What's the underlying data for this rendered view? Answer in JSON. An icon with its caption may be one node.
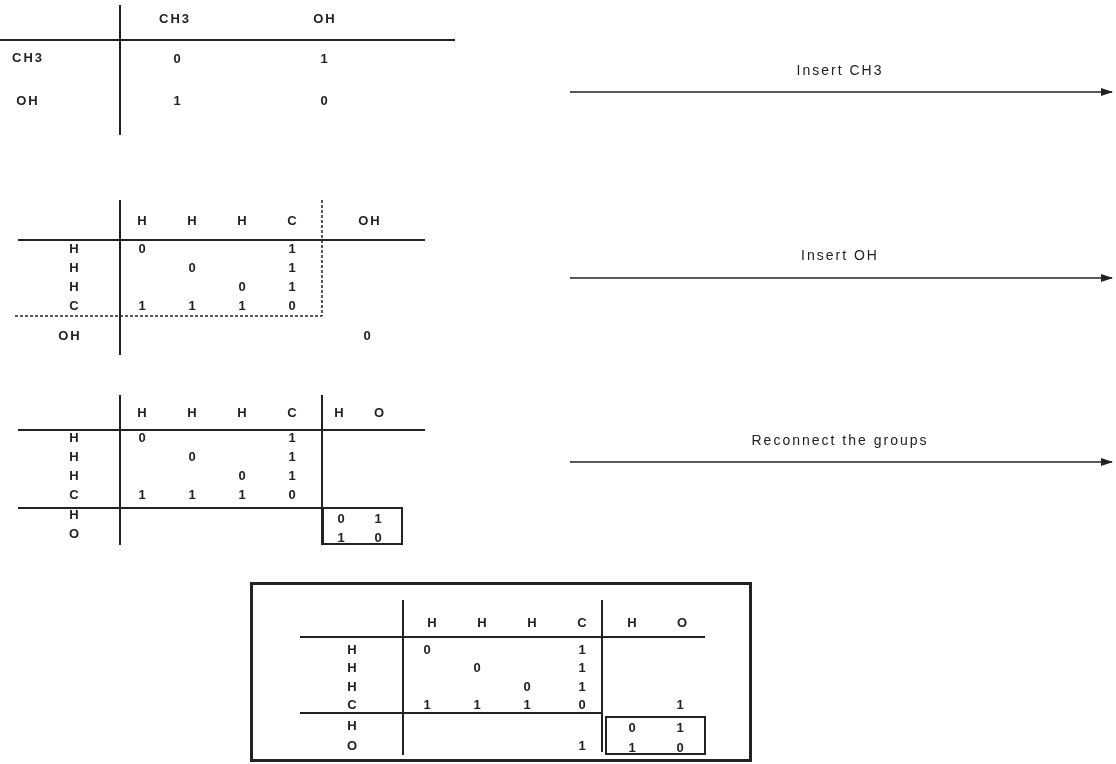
{
  "diagram": {
    "nodes": [
      {
        "text": [
          "0",
          "1",
          "1",
          "0"
        ]
      },
      {
        "text": [
          "H",
          "H",
          "H",
          "C",
          "H",
          "O",
          "H",
          "0",
          "1",
          "H",
          "0",
          "1",
          "H",
          "0",
          "1",
          "C",
          "1",
          "1",
          "1",
          "0",
          "1",
          "H",
          "O",
          "1"
        ]
      },
      {
        "text": [
          "0",
          "1",
          "1",
          "0"
        ],
        "in": 1
      }
    ],
    "labels": [
      "CH3",
      "OH",
      "CH3",
      "0",
      "1",
      "OH",
      "1",
      "0",
      "Insert CH3",
      "H",
      "H",
      "H",
      "C",
      "OH",
      "H",
      "0",
      "1",
      "H",
      "0",
      "1",
      "H",
      "0",
      "1",
      "C",
      "1",
      "1",
      "1",
      "0",
      "OH",
      "0",
      "Insert OH",
      "H",
      "H",
      "H",
      "C",
      "H",
      "O",
      "H",
      "0",
      "1",
      "H",
      "0",
      "1",
      "H",
      "0",
      "1",
      "C",
      "1",
      "1",
      "1",
      "0",
      "H",
      "O",
      "Reconnect the groups"
    ]
  }
}
